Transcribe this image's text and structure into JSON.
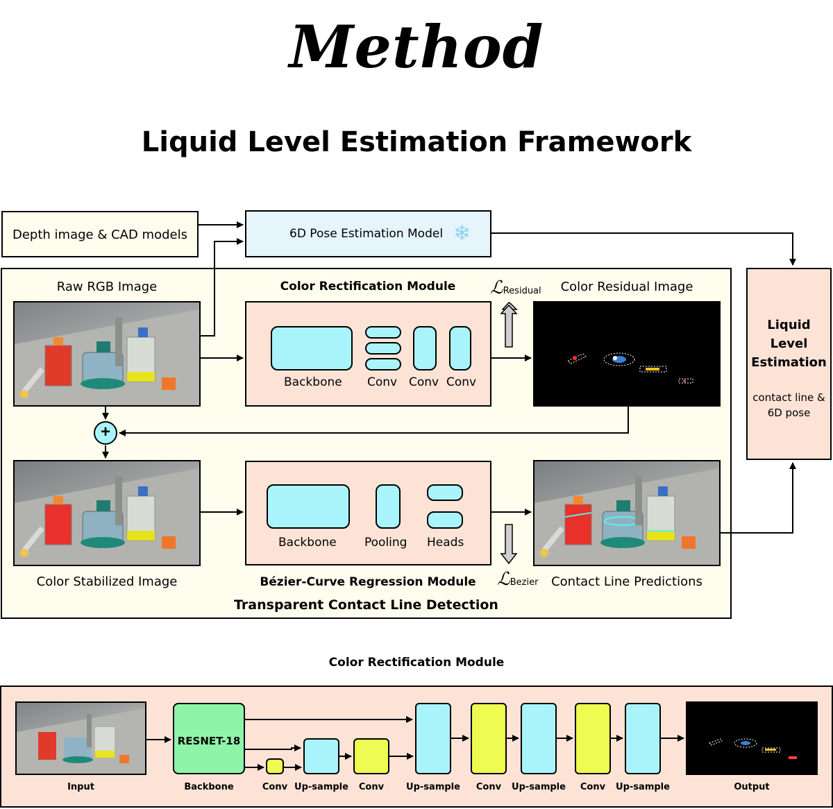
{
  "title": "Method",
  "subtitle": "Liquid Level Estimation Framework",
  "top": {
    "depth_box": "Depth image & CAD models",
    "pose_box": "6D Pose Estimation Model",
    "raw_rgb": "Raw RGB Image",
    "color_rect_title": "Color Rectification Module",
    "residual_loss": "Residual",
    "residual_image": "Color Residual Image",
    "cr_labels": [
      "Backbone",
      "Conv",
      "Conv",
      "Conv"
    ],
    "stabilized": "Color Stabilized Image",
    "bezier_title": "Bézier-Curve Regression Module",
    "bezier_loss": "Bezier",
    "contact_preds": "Contact Line Predictions",
    "bz_labels": [
      "Backbone",
      "Pooling",
      "Heads"
    ],
    "outer_label": "Transparent Contact Line Detection",
    "liquid_title_1": "Liquid",
    "liquid_title_2": "Level",
    "liquid_title_3": "Estimation",
    "liquid_sub_1": "contact line &",
    "liquid_sub_2": "6D pose",
    "loss_symbol": "ℒ",
    "plus": "+"
  },
  "bottom": {
    "title": "Color Rectification Module",
    "input": "Input",
    "resnet": "RESNET-18",
    "backbone": "Backbone",
    "labels": [
      "Conv",
      "Up-sample",
      "Conv",
      "Up-sample",
      "Conv",
      "Up-sample",
      "Conv",
      "Up-sample"
    ],
    "output": "Output"
  },
  "colors": {
    "cream": "#fefdee",
    "peach": "#fce3d6",
    "light_blue": "#e6f4fc",
    "cyan": "#a9f4fb",
    "yellow": "#eefb50",
    "green": "#8ef5a8"
  },
  "icons": [
    "snowflake-icon",
    "up-arrow-icon",
    "down-arrow-icon",
    "plus-icon"
  ]
}
